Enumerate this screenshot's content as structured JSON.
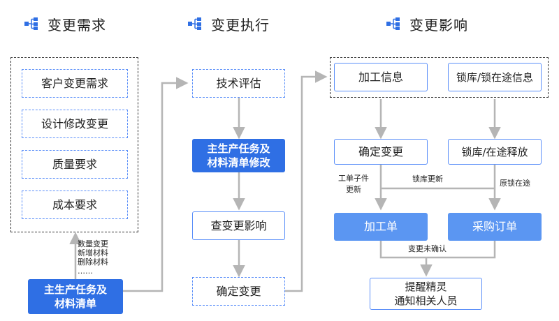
{
  "columns": [
    {
      "title": "变更需求",
      "icon": "hierarchy-icon"
    },
    {
      "title": "变更执行",
      "icon": "hierarchy-icon"
    },
    {
      "title": "变更影响",
      "icon": "hierarchy-icon"
    }
  ],
  "demand": {
    "items": [
      "客户变更需求",
      "设计修改变更",
      "质量要求",
      "成本要求"
    ],
    "source_line1": "主生产任务及",
    "source_line2": "材料清单",
    "changes_label": [
      "数量变更",
      "新增材料",
      "删除材料",
      "……"
    ]
  },
  "execution": {
    "step1": "技术评估",
    "step2_line1": "主生产任务及",
    "step2_line2": "材料清单修改",
    "step3": "查变更影响",
    "step4": "确定变更"
  },
  "impact": {
    "processing_info": "加工信息",
    "lock_info": "锁库/锁在途信息",
    "confirm_change": "确定变更",
    "lock_release": "锁库/在途释放",
    "label_workorder_line1": "工单子件",
    "label_workorder_line2": "更新",
    "label_lock_update": "锁库更新",
    "label_orig_lock": "原锁在途",
    "processing_order": "加工单",
    "purchase_order": "采购订单",
    "label_unconfirmed": "变更未确认",
    "notify_line1": "提醒精灵",
    "notify_line2": "通知相关人员"
  },
  "colors": {
    "accent": "#2f6fe4",
    "accent_light": "#5b96f2",
    "border": "#5b8ff9",
    "arrow": "#b5b5b5"
  }
}
